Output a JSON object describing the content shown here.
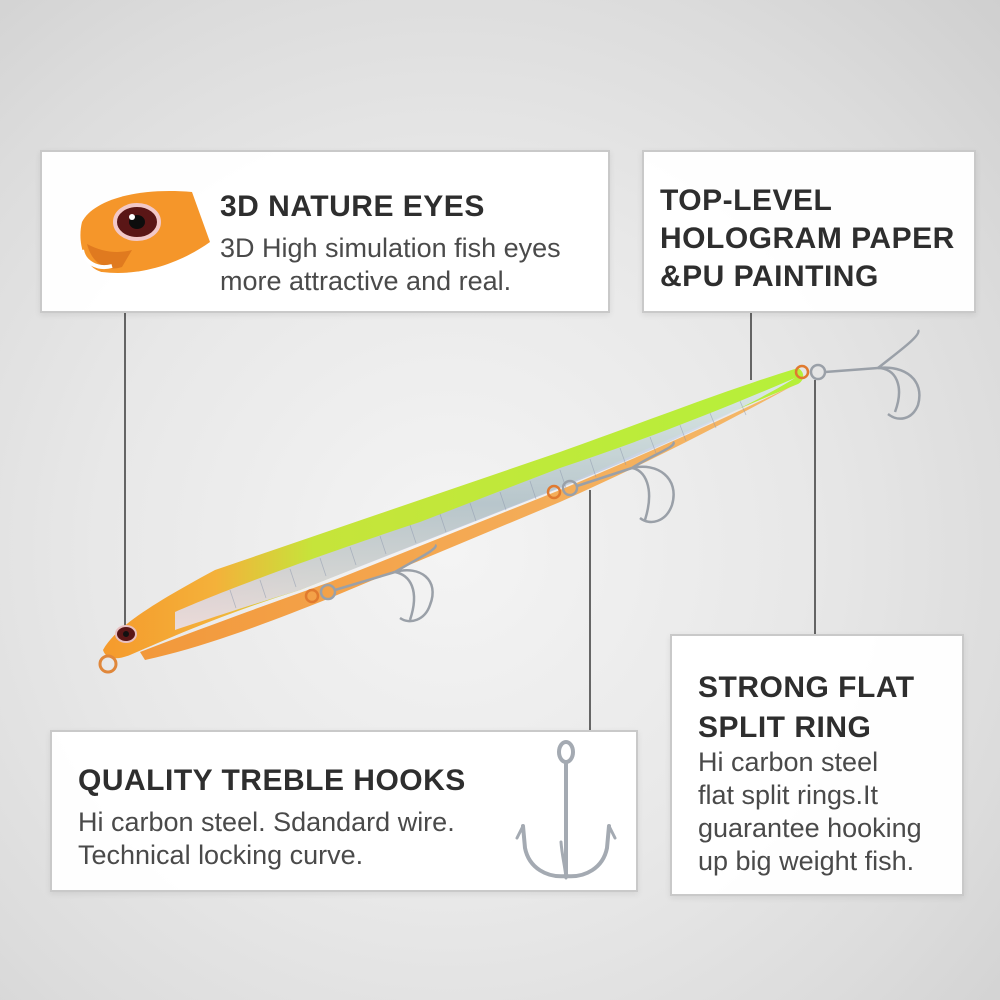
{
  "features": {
    "eyes": {
      "title": "3D NATURE EYES",
      "line1": "3D High simulation fish eyes",
      "line2": "more attractive and real."
    },
    "hologram": {
      "title_line1": "TOP-LEVEL",
      "title_line2": "HOLOGRAM PAPER",
      "title_line3": "&PU PAINTING"
    },
    "split_ring": {
      "title_line1": "STRONG FLAT",
      "title_line2": "SPLIT RING",
      "line1": "Hi carbon steel",
      "line2": "flat split rings.It",
      "line3": "guarantee hooking",
      "line4": "up big weight fish."
    },
    "hooks": {
      "title": "QUALITY TREBLE HOOKS",
      "line1": "Hi carbon steel. Sdandard wire.",
      "line2": "Technical locking curve."
    }
  },
  "colors": {
    "lure_head": "#f5962a",
    "lure_back": "#b8f23a",
    "hologram": "#c8d4e6",
    "hook_metal": "#9aa0a8"
  }
}
